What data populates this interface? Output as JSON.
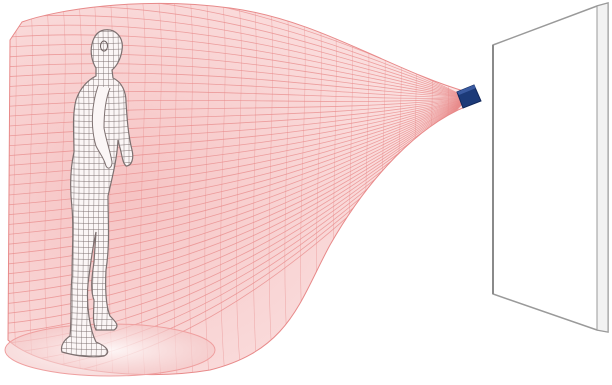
{
  "colors": {
    "background": "#ffffff",
    "beam_fill": "#f6c4c4",
    "beam_line": "#e88a8a",
    "sensor": "#1c3a78",
    "sensor_dark": "#10275a",
    "panel_edge": "#9a9a9a",
    "panel_fill": "#ffffff",
    "figure_fill": "#fbf6f6",
    "figure_line": "#7d7070"
  },
  "scene": {
    "beam": "sensor-beam",
    "sensor": "sensor-device",
    "figure": "wireframe-human-figure",
    "surface": "display-panel"
  }
}
